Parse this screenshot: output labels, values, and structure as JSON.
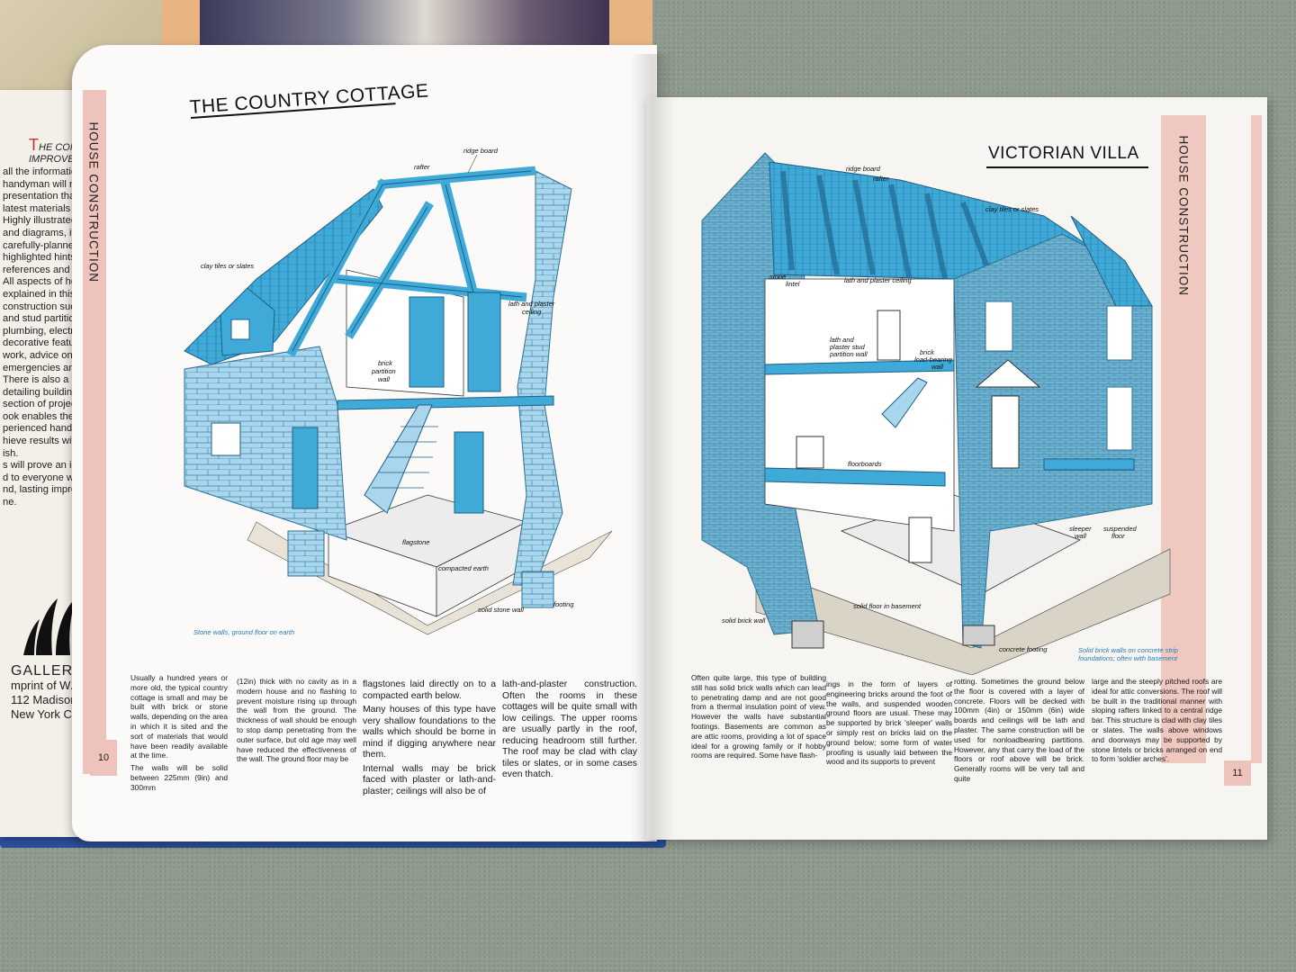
{
  "left_page": {
    "section_label": "HOUSE CONSTRUCTION",
    "title": "THE COUNTRY COTTAGE",
    "page_number": "10",
    "caption": "Stone walls, ground floor on earth",
    "labels": {
      "ridge_board": "ridge board",
      "rafter": "rafter",
      "clay_tiles": "clay tiles or slates",
      "lath_ceiling_1": "lath and plaster",
      "lath_ceiling_2": "ceiling",
      "brick_partition_1": "brick",
      "brick_partition_2": "partition",
      "brick_partition_3": "wall",
      "flagstone": "flagstone",
      "compacted_earth": "compacted earth",
      "solid_stone_wall": "solid stone wall",
      "footing": "footing"
    },
    "columns": [
      [
        "Usually a hundred years or more old, the typical country cottage is small and may be built with brick or stone walls, depending on the area in which it is sited and the sort of materials that would have been readily available at the time.",
        "The walls will be solid between 225mm (9in) and 300mm"
      ],
      [
        "(12in) thick with no cavity as in a modern house and no flashing to prevent moisture rising up through the wall from the ground. The thickness of wall should be enough to stop damp penetrating from the outer surface, but old age may well have reduced the effectiveness of the wall. The ground floor may be"
      ],
      [
        "flagstones laid directly on to a compacted earth below.",
        "Many houses of this type have very shallow foundations to the walls which should be borne in mind if digging anywhere near them.",
        "Internal walls may be brick faced with plaster or lath-and-plaster; ceilings will also be of"
      ],
      [
        "lath-and-plaster construction. Often the rooms in these cottages will be quite small with low ceilings. The upper rooms are usually partly in the roof, reducing headroom still further. The roof may be clad with clay tiles or slates, or in some cases even thatch."
      ]
    ]
  },
  "right_page": {
    "section_label": "HOUSE CONSTRUCTION",
    "title": "VICTORIAN VILLA",
    "page_number": "11",
    "caption": "Solid brick walls on concrete strip foundations; often with basement",
    "labels": {
      "ridge_board": "ridge board",
      "rafter": "rafter",
      "clay_tiles": "clay tiles or slates",
      "stone_lintel_1": "stone",
      "stone_lintel_2": "lintel",
      "lath_ceiling": "lath and plaster ceiling",
      "stud_wall_1": "lath and",
      "stud_wall_2": "plaster stud",
      "stud_wall_3": "partition wall",
      "load_wall_1": "brick",
      "load_wall_2": "load-bearing",
      "load_wall_3": "wall",
      "floorboards": "floorboards",
      "sleeper_wall_1": "sleeper",
      "sleeper_wall_2": "wall",
      "suspended_floor_1": "suspended",
      "suspended_floor_2": "floor",
      "solid_floor": "solid floor in basement",
      "solid_brick_wall": "solid brick wall",
      "concrete_footing": "concrete footing"
    },
    "columns": [
      [
        "Often quite large, this type of building still has solid brick walls which can lead to penetrating damp and are not good from a thermal insulation point of view. However the walls have substantial footings. Basements are common as are attic rooms, providing a lot of space ideal for a growing family or if hobby rooms are required. Some have flash-"
      ],
      [
        "ings in the form of layers of engineering bricks around the foot of the walls, and suspended wooden ground floors are usual. These may be supported by brick 'sleeper' walls or simply rest on bricks laid on the ground below; some form of water proofing is usually laid between the wood and its supports to prevent"
      ],
      [
        "rotting. Sometimes the ground below the floor is covered with a layer of concrete. Floors will be decked with 100mm (4in) or 150mm (6in) wide boards and ceilings will be lath and plaster. The same construction will be used for nonloadbearing partitions. However, any that carry the load of the floors or roof above will be brick. Generally rooms will be very tall and quite"
      ],
      [
        "large and the steeply pitched roofs are ideal for attic conversions. The roof will be built in the traditional manner with sloping rafters linked to a central ridge bar. This structure is clad with clay tiles or slates. The walls above windows and doorways may be supported by stone lintels or bricks arranged on end to form 'soldier arches'."
      ]
    ]
  },
  "flap": {
    "heading_cap": "T",
    "heading_line1": "HE COMPLETE HOME",
    "heading_line2": "IMPROVEMENT MANUAL",
    "paragraphs": [
      "all the information that th",
      "handyman will need, with",
      "presentation that is up-to-",
      "latest materials and techn",
      "Highly illustrated with pho",
      "and diagrams, it is divided",
      "carefully-planned section",
      "highlighted hints on techn",
      "references and a comprehe",
      "All aspects of household",
      "explained in this book: fr",
      "construction such as bloc",
      "and stud partitions, to de",
      "plumbing, electricity and",
      "decorative features. It inc",
      "work, advice on coping w",
      "emergencies and safety p",
      "There is also a helpful ap",
      "detailing building regula",
      "section of projects at th",
      "ook enables the novice",
      "perienced handyman a",
      "hieve results with a pr",
      "ish.",
      "s will prove an indisp",
      "d to everyone wishi",
      "nd, lasting improve",
      "ne."
    ],
    "publisher_name": "GALLERY BO",
    "publisher_line1": "mprint of W. H. Smith",
    "publisher_line2": "112 Madison A",
    "publisher_line3": "New York City"
  },
  "colors": {
    "illustration_blue": "#3fa9d8",
    "illustration_light_blue": "#a9d6ec",
    "section_band_pink": "#eec3bc",
    "caption_blue": "#2a7ab8"
  }
}
